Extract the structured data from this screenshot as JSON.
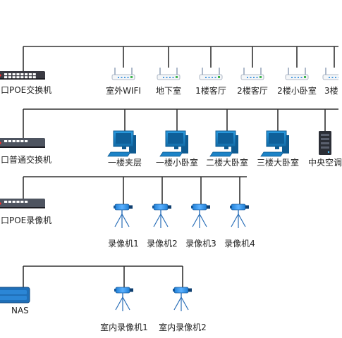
{
  "colors": {
    "line": "#333333",
    "switch_dark": "#3a3a42",
    "switch_gray": "#4e5460",
    "ports": "#ffffff",
    "led": "#ff2b2b",
    "router_body": "#f4f6f8",
    "antenna": "#8a9bb3",
    "pc_blue": "#1c83c7",
    "pc_dark": "#0f5b91",
    "camera_blue": "#2f8fe0",
    "nas_blue": "#1f6fb8",
    "server_dark": "#2b2e36"
  },
  "devices": {
    "poe_switch": {
      "label": "口POE交换机",
      "icon": "poe-switch-icon"
    },
    "normal_switch": {
      "label": "口普通交换机",
      "icon": "network-switch-icon"
    },
    "poe_nvr": {
      "label": "口POE录像机",
      "icon": "nvr-icon"
    },
    "nas": {
      "label": "NAS",
      "icon": "nas-icon"
    }
  },
  "access_points": [
    {
      "label": "室外WIFI",
      "icon": "wireless-router-icon"
    },
    {
      "label": "地下室",
      "icon": "wireless-router-icon"
    },
    {
      "label": "1楼客厅",
      "icon": "wireless-router-icon"
    },
    {
      "label": "2楼客厅",
      "icon": "wireless-router-icon"
    },
    {
      "label": "2楼小卧室",
      "icon": "wireless-router-icon"
    },
    {
      "label": "3楼",
      "icon": "wireless-router-icon"
    }
  ],
  "computers": [
    {
      "label": "一楼夹层",
      "icon": "desktop-computer-icon"
    },
    {
      "label": "一楼小卧室",
      "icon": "desktop-computer-icon"
    },
    {
      "label": "二楼大卧室",
      "icon": "desktop-computer-icon"
    },
    {
      "label": "三楼大卧室",
      "icon": "desktop-computer-icon"
    },
    {
      "label": "中央空调",
      "icon": "server-tower-icon"
    }
  ],
  "cameras": [
    {
      "label": "录像机1",
      "icon": "security-camera-icon"
    },
    {
      "label": "录像机2",
      "icon": "security-camera-icon"
    },
    {
      "label": "录像机3",
      "icon": "security-camera-icon"
    },
    {
      "label": "录像机4",
      "icon": "security-camera-icon"
    }
  ],
  "indoor_cameras": [
    {
      "label": "室内录像机1",
      "icon": "security-camera-icon"
    },
    {
      "label": "室内录像机2",
      "icon": "security-camera-icon"
    }
  ]
}
